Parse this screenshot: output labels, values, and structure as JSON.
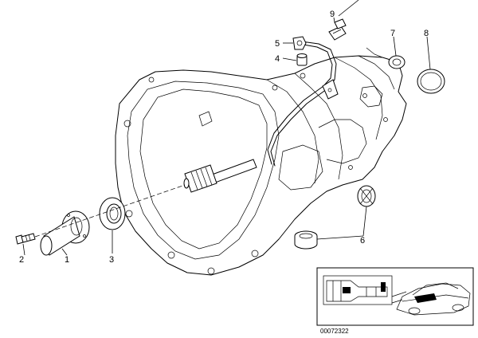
{
  "callouts": {
    "c1": "1",
    "c2": "2",
    "c3": "3",
    "c4": "4",
    "c5": "5",
    "c6": "6",
    "c7": "7",
    "c8": "8",
    "c9": "9"
  },
  "reference_number": "00072322"
}
